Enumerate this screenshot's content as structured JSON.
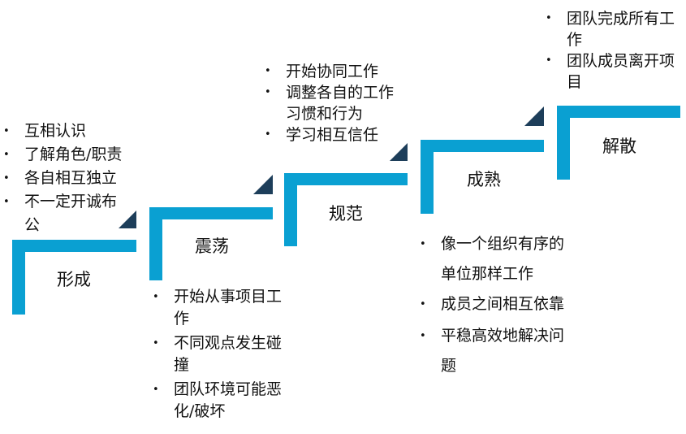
{
  "accent_color": "#0aa0d2",
  "triangle_color": "#1d3e5a",
  "stages": [
    {
      "label": "形成",
      "bullets": [
        "互相认识",
        "了解角色/职责",
        "各自相互独立",
        "不一定开诚布公"
      ]
    },
    {
      "label": "震荡",
      "bullets": [
        "开始从事项目工作",
        "不同观点发生碰撞",
        "团队环境可能恶化/破坏"
      ]
    },
    {
      "label": "规范",
      "bullets": [
        "开始协同工作",
        "调整各自的工作习惯和行为",
        "学习相互信任"
      ]
    },
    {
      "label": "成熟",
      "bullets": [
        "像一个组织有序的单位那样工作",
        "成员之间相互依靠",
        "平稳高效地解决问题"
      ]
    },
    {
      "label": "解散",
      "bullets": [
        "团队完成所有工作",
        "团队成员离开项目"
      ]
    }
  ]
}
